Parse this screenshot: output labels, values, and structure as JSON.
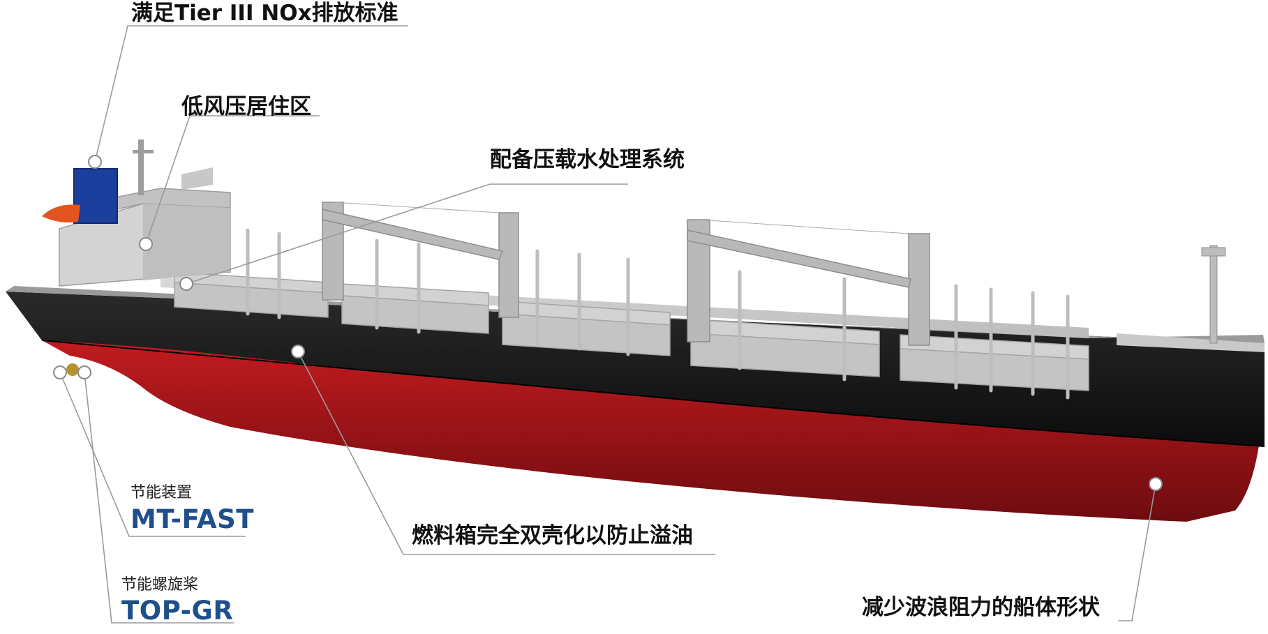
{
  "callouts": {
    "tier3": "满足Tier III NOx排放标准",
    "low_wind": "低风压居住区",
    "ballast": "配备压载水处理系统",
    "fuel_tank": "燃料箱完全双壳化以防止溢油",
    "hull_form": "减少波浪阻力的船体形状"
  },
  "devices": {
    "mtfast_caption": "节能装置",
    "mtfast_name": "MT-FAST",
    "topgr_caption": "节能螺旋桨",
    "topgr_name": "TOP-GR"
  },
  "colors": {
    "hull_red": "#a3161a",
    "hull_black": "#141414",
    "funnel_blue": "#1c3f9e",
    "deck_gray": "#c9c9c9",
    "product_blue": "#1e4f8c",
    "leader_line": "#9a9a9a"
  }
}
